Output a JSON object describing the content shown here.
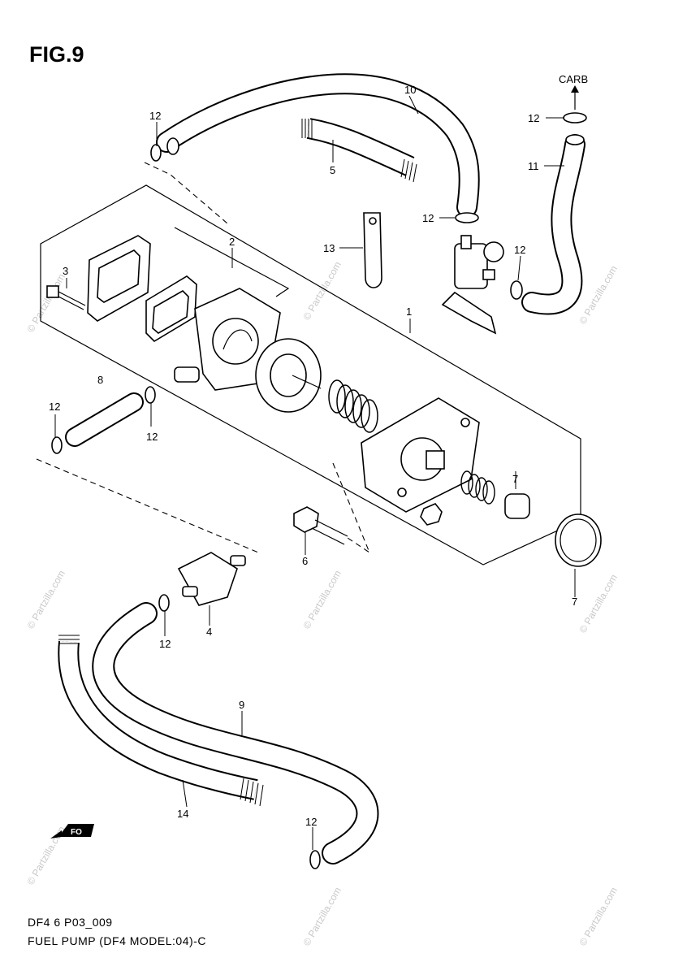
{
  "figure": {
    "title": "FIG.9",
    "code": "DF4 6 P03_009",
    "caption": "FUEL PUMP (DF4 MODEL:04)-C"
  },
  "labels": {
    "carb": "CARB",
    "fwd_icon": "forward-direction-arrow-icon"
  },
  "callouts": {
    "c1": "1",
    "c2": "2",
    "c3": "3",
    "c4": "4",
    "c5": "5",
    "c6": "6",
    "c7a": "7",
    "c7b": "7",
    "c8": "8",
    "c9": "9",
    "c10": "10",
    "c11": "11",
    "c12_top": "12",
    "c12_carb": "12",
    "c12_hose10": "12",
    "c12_valve": "12",
    "c12_left": "12",
    "c12_hose8": "12",
    "c12_filter": "12",
    "c12_bottom": "12",
    "c13": "13",
    "c14": "14"
  },
  "watermark": "© Partzilla.com"
}
